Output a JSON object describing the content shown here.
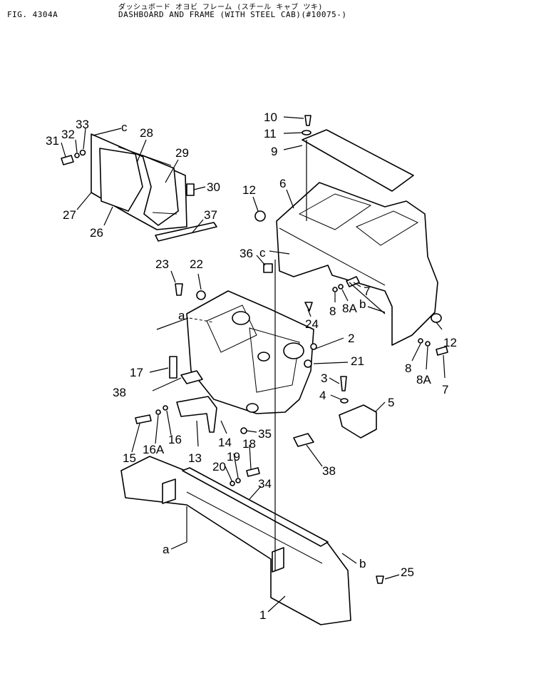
{
  "header": {
    "figure_number": "FIG. 4304A",
    "title_jp": "ダッシュボード オヨビ フレーム (スチール キャブ ツキ)",
    "title_en": "DASHBOARD AND FRAME (WITH STEEL CAB)(#10075-)"
  },
  "callouts": [
    {
      "id": "c31",
      "text": "31"
    },
    {
      "id": "c32",
      "text": "32"
    },
    {
      "id": "c33",
      "text": "33"
    },
    {
      "id": "cC1",
      "text": "c"
    },
    {
      "id": "c28",
      "text": "28"
    },
    {
      "id": "c29",
      "text": "29"
    },
    {
      "id": "c30",
      "text": "30"
    },
    {
      "id": "c37",
      "text": "37"
    },
    {
      "id": "c27",
      "text": "27"
    },
    {
      "id": "c26",
      "text": "26"
    },
    {
      "id": "c10",
      "text": "10"
    },
    {
      "id": "c11",
      "text": "11"
    },
    {
      "id": "c9",
      "text": "9"
    },
    {
      "id": "c12a",
      "text": "12"
    },
    {
      "id": "c6",
      "text": "6"
    },
    {
      "id": "c36",
      "text": "36"
    },
    {
      "id": "cC2",
      "text": "c"
    },
    {
      "id": "c7a",
      "text": "7"
    },
    {
      "id": "c8a",
      "text": "8"
    },
    {
      "id": "c8Aa",
      "text": "8A"
    },
    {
      "id": "cB1",
      "text": "b"
    },
    {
      "id": "c12b",
      "text": "12"
    },
    {
      "id": "c23",
      "text": "23"
    },
    {
      "id": "c22",
      "text": "22"
    },
    {
      "id": "cA1",
      "text": "a"
    },
    {
      "id": "c24",
      "text": "24"
    },
    {
      "id": "c2",
      "text": "2"
    },
    {
      "id": "c21",
      "text": "21"
    },
    {
      "id": "c8b",
      "text": "8"
    },
    {
      "id": "c8Ab",
      "text": "8A"
    },
    {
      "id": "c7b",
      "text": "7"
    },
    {
      "id": "c17",
      "text": "17"
    },
    {
      "id": "c38a",
      "text": "38"
    },
    {
      "id": "c3",
      "text": "3"
    },
    {
      "id": "c4",
      "text": "4"
    },
    {
      "id": "c5",
      "text": "5"
    },
    {
      "id": "c15",
      "text": "15"
    },
    {
      "id": "c16A",
      "text": "16A"
    },
    {
      "id": "c16",
      "text": "16"
    },
    {
      "id": "c13",
      "text": "13"
    },
    {
      "id": "c14",
      "text": "14"
    },
    {
      "id": "c35",
      "text": "35"
    },
    {
      "id": "c18",
      "text": "18"
    },
    {
      "id": "c19",
      "text": "19"
    },
    {
      "id": "c20",
      "text": "20"
    },
    {
      "id": "c38b",
      "text": "38"
    },
    {
      "id": "c34",
      "text": "34"
    },
    {
      "id": "cA2",
      "text": "a"
    },
    {
      "id": "cB2",
      "text": "b"
    },
    {
      "id": "c25",
      "text": "25"
    },
    {
      "id": "c1",
      "text": "1"
    }
  ]
}
